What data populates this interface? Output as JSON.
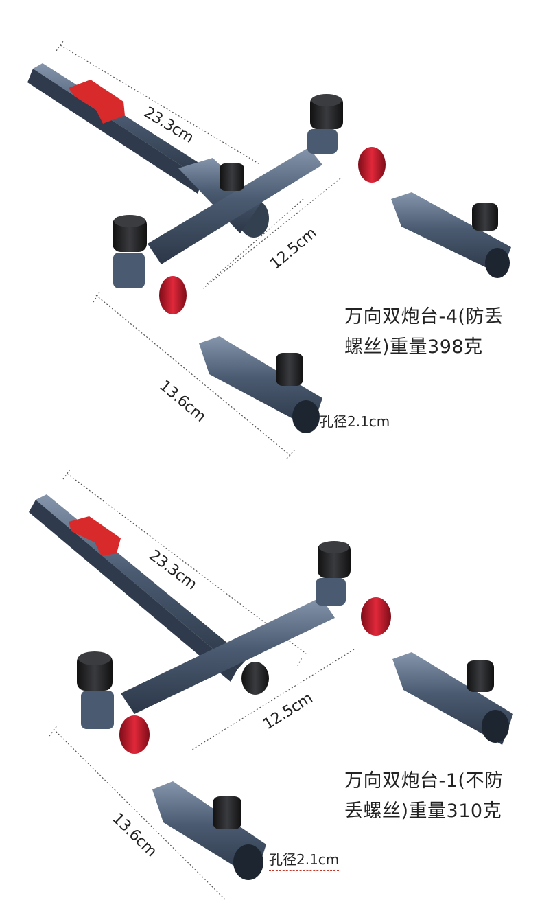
{
  "products": [
    {
      "caption_line1": "万向双炮台-4(防丢",
      "caption_line2": "螺丝)重量398克",
      "dim_long": "23.3cm",
      "dim_mid": "12.5cm",
      "dim_side": "13.6cm",
      "bore_label": "孔径2.1cm"
    },
    {
      "caption_line1": "万向双炮台-1(不防",
      "caption_line2": "丢螺丝)重量310克",
      "dim_long": "23.3cm",
      "dim_mid": "12.5cm",
      "dim_side": "13.6cm",
      "bore_label": "孔径2.1cm"
    }
  ],
  "colors": {
    "metal": "#44546a",
    "metal_light": "#7a8aa0",
    "knob": "#1e1f22",
    "red_ring": "#c8182a",
    "tab": "#d82a2a",
    "dashed_underline": "#c0392b"
  }
}
